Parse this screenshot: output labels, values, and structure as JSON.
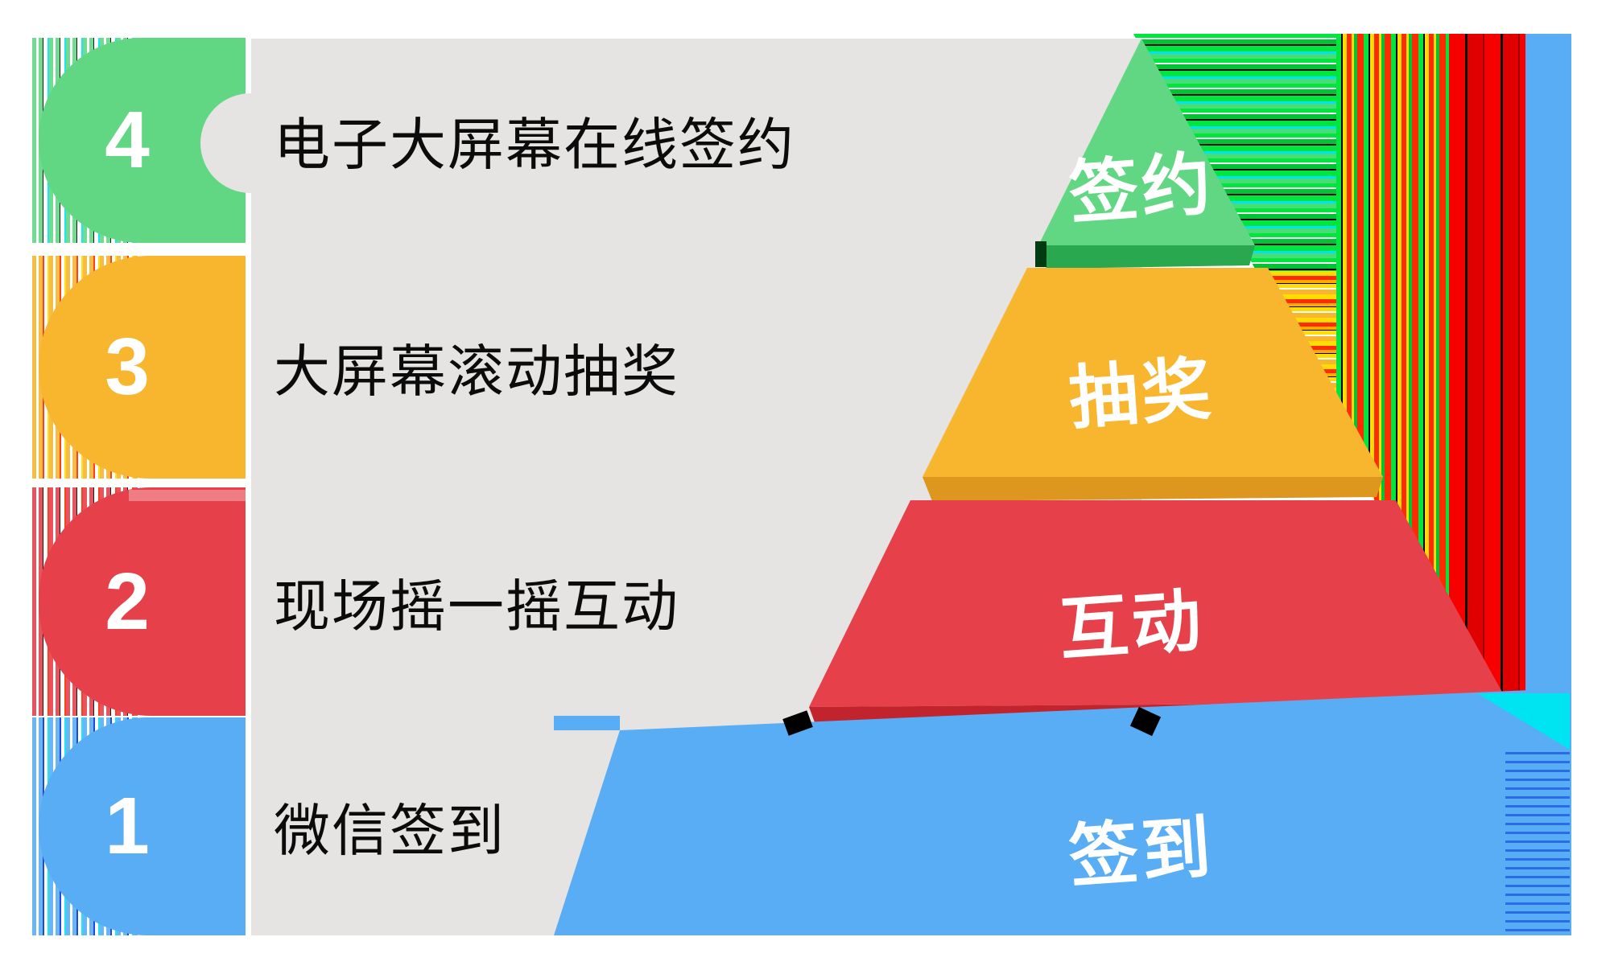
{
  "legend_rows": [
    {
      "number": "4",
      "label": "电子大屏幕在线签约",
      "color_name": "green"
    },
    {
      "number": "3",
      "label": "大屏幕滚动抽奖",
      "color_name": "yellow"
    },
    {
      "number": "2",
      "label": "现场摇一摇互动",
      "color_name": "red"
    },
    {
      "number": "1",
      "label": "微信签到",
      "color_name": "blue"
    }
  ],
  "pyramid_levels": [
    {
      "rank": 4,
      "label": "签约",
      "color_name": "green"
    },
    {
      "rank": 3,
      "label": "抽奖",
      "color_name": "yellow"
    },
    {
      "rank": 2,
      "label": "互动",
      "color_name": "red"
    },
    {
      "rank": 1,
      "label": "签到",
      "color_name": "blue"
    }
  ],
  "colors": {
    "grey-panel": "#e5e4e2",
    "green": "#61d783",
    "green-dark": "#2aa84f",
    "yellow": "#f8b52e",
    "yellow-dark": "#dd961e",
    "red": "#e6414b",
    "red-dark": "#c2242e",
    "red-light": "#ee7e84",
    "blue": "#58adf4",
    "glitch-green": "#00e63c",
    "glitch-cyan": "#00e4f2",
    "glitch-yellow": "#ffdd00",
    "glitch-red": "#ff2a00",
    "glitch-deep-blue": "#0536d8",
    "black": "#000000",
    "white": "#ffffff"
  }
}
